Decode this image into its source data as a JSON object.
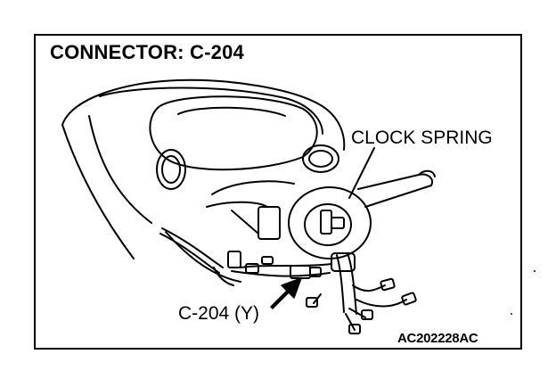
{
  "title": "CONNECTOR: C-204",
  "labels": {
    "clock_spring": "CLOCK SPRING",
    "connector": "C-204 (Y)",
    "figure_code": "AC202228AC"
  }
}
